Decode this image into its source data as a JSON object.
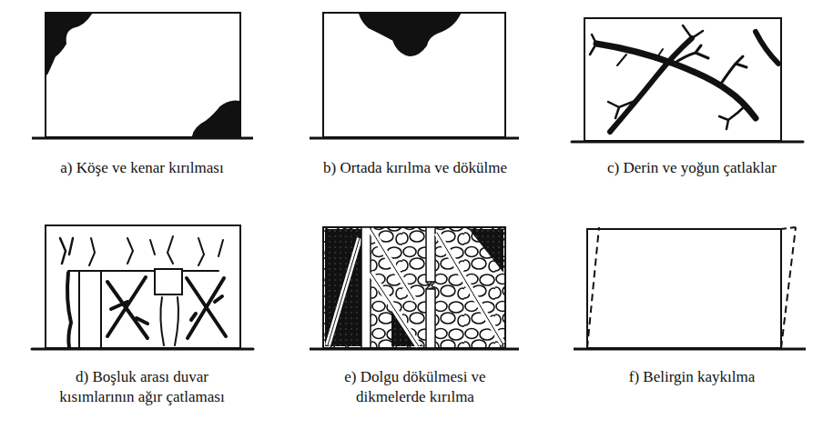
{
  "diagram": {
    "labels": [
      "a) Köşe ve kenar kırılması",
      "b) Ortada kırılma ve dökülme",
      "c) Derin ve yoğun çatlaklar",
      "d) Boşluk arası duvar kısımlarının ağır çatlaması",
      "e) Dolgu dökülmesi ve dikmelerde kırılma",
      "f) Belirgin kaykılma"
    ]
  }
}
